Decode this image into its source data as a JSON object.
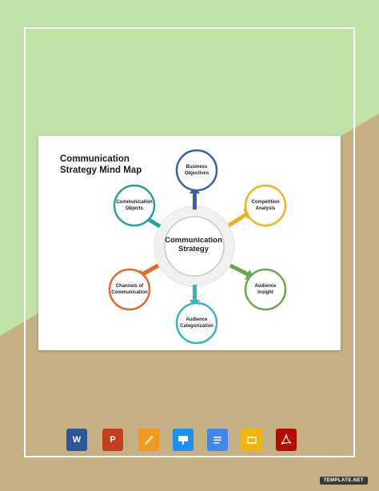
{
  "title": {
    "line1": "Communication",
    "line2": "Strategy Mind Map"
  },
  "center": {
    "line1": "Communication",
    "line2": "Strategy"
  },
  "nodes": [
    {
      "line1": "Business",
      "line2": "Objectives",
      "color": "#3b5fa8"
    },
    {
      "line1": "Competition",
      "line2": "Analysis",
      "color": "#f2b21b"
    },
    {
      "line1": "Audience",
      "line2": "Insight",
      "color": "#6aa84f"
    },
    {
      "line1": "Audience",
      "line2": "Categorization",
      "color": "#35b5c4"
    },
    {
      "line1": "Channels of",
      "line2": "Communication",
      "color": "#e06b2c"
    },
    {
      "line1": "Communication",
      "line2": "Objects",
      "color": "#28a197"
    }
  ],
  "background": {
    "top_color": "#bfe3a6",
    "bottom_color": "#c5b083"
  },
  "app_icons": [
    {
      "name": "word-icon",
      "letter": "W",
      "color": "#2b579a"
    },
    {
      "name": "powerpoint-icon",
      "letter": "P",
      "color": "#c43e1c"
    },
    {
      "name": "pages-icon",
      "letter": "",
      "color": "#f29a1d"
    },
    {
      "name": "keynote-icon",
      "letter": "",
      "color": "#1f8ef1"
    },
    {
      "name": "google-docs-icon",
      "letter": "",
      "color": "#4285f4"
    },
    {
      "name": "google-slides-icon",
      "letter": "",
      "color": "#f4b400"
    },
    {
      "name": "acrobat-icon",
      "letter": "",
      "color": "#b30b00"
    }
  ],
  "watermark": "TEMPLATE.NET"
}
